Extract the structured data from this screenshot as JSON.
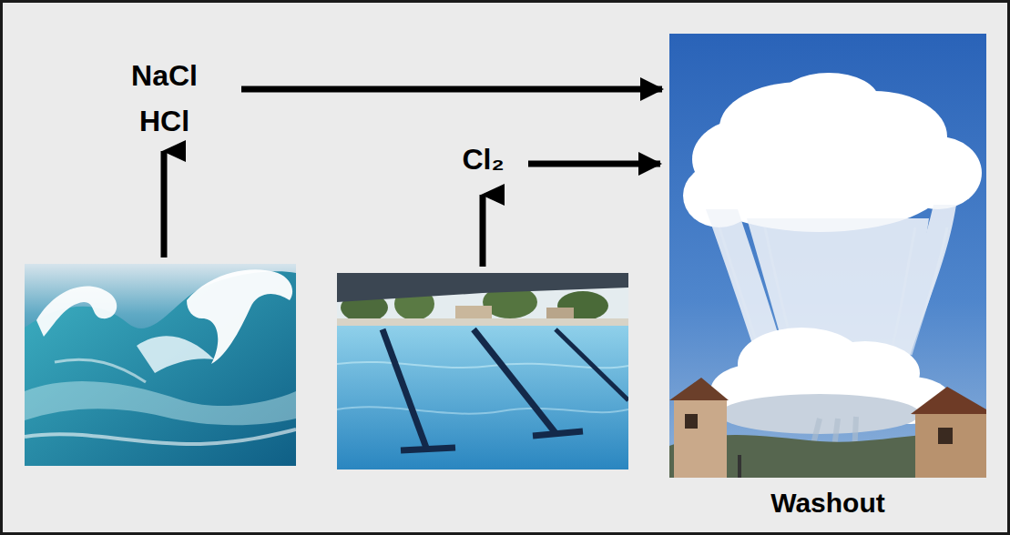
{
  "diagram": {
    "nodes": [
      {
        "text": [
          "NaCl",
          "HCl"
        ]
      },
      {
        "text": [
          "Cl₂"
        ]
      },
      {
        "text": [
          "Washout"
        ]
      }
    ],
    "edges": [
      {
        "from": 0,
        "to": 2,
        "arrow": "to"
      },
      {
        "from": 1,
        "to": 2,
        "arrow": "to"
      }
    ]
  }
}
